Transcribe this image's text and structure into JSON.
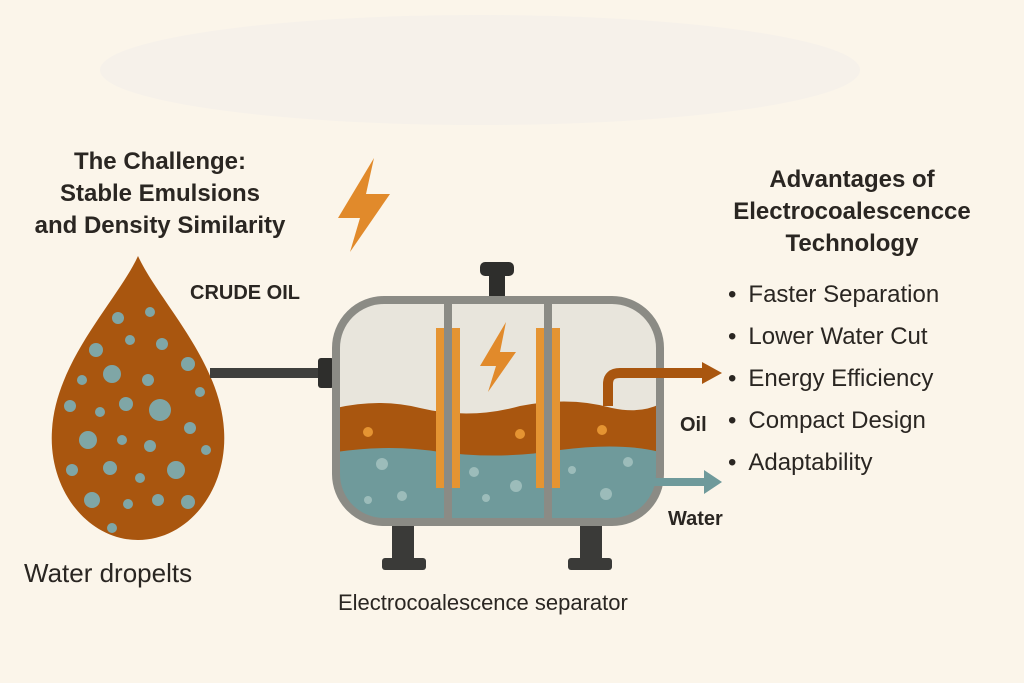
{
  "challenge": {
    "title_lines": [
      "The Challenge:",
      "Stable Emulsions",
      "and Density Similarity"
    ]
  },
  "crude_oil_label": "CRUDE OIL",
  "droplets_label": "Water dropelts",
  "separator_label": "Electrocoalescence separator",
  "outputs": {
    "oil_label": "Oil",
    "water_label": "Water"
  },
  "advantages": {
    "title_lines": [
      "Advantages of",
      "Electrocoalescencce",
      "Technology"
    ],
    "items": [
      "Faster Separation",
      "Lower Water Cut",
      "Energy Efficiency",
      "Compact Design",
      "Adaptability"
    ]
  },
  "colors": {
    "background": "#fbf5ea",
    "crude_oil": "#a9560f",
    "water": "#6f9a9b",
    "water_droplet": "#84aaa8",
    "electrode": "#e59432",
    "lightning": "#e18a2b",
    "vessel_frame": "#8b8b85",
    "pipe": "#3f3f3d"
  },
  "icons": [
    "lightning-bolt-icon",
    "oil-drop-icon"
  ]
}
